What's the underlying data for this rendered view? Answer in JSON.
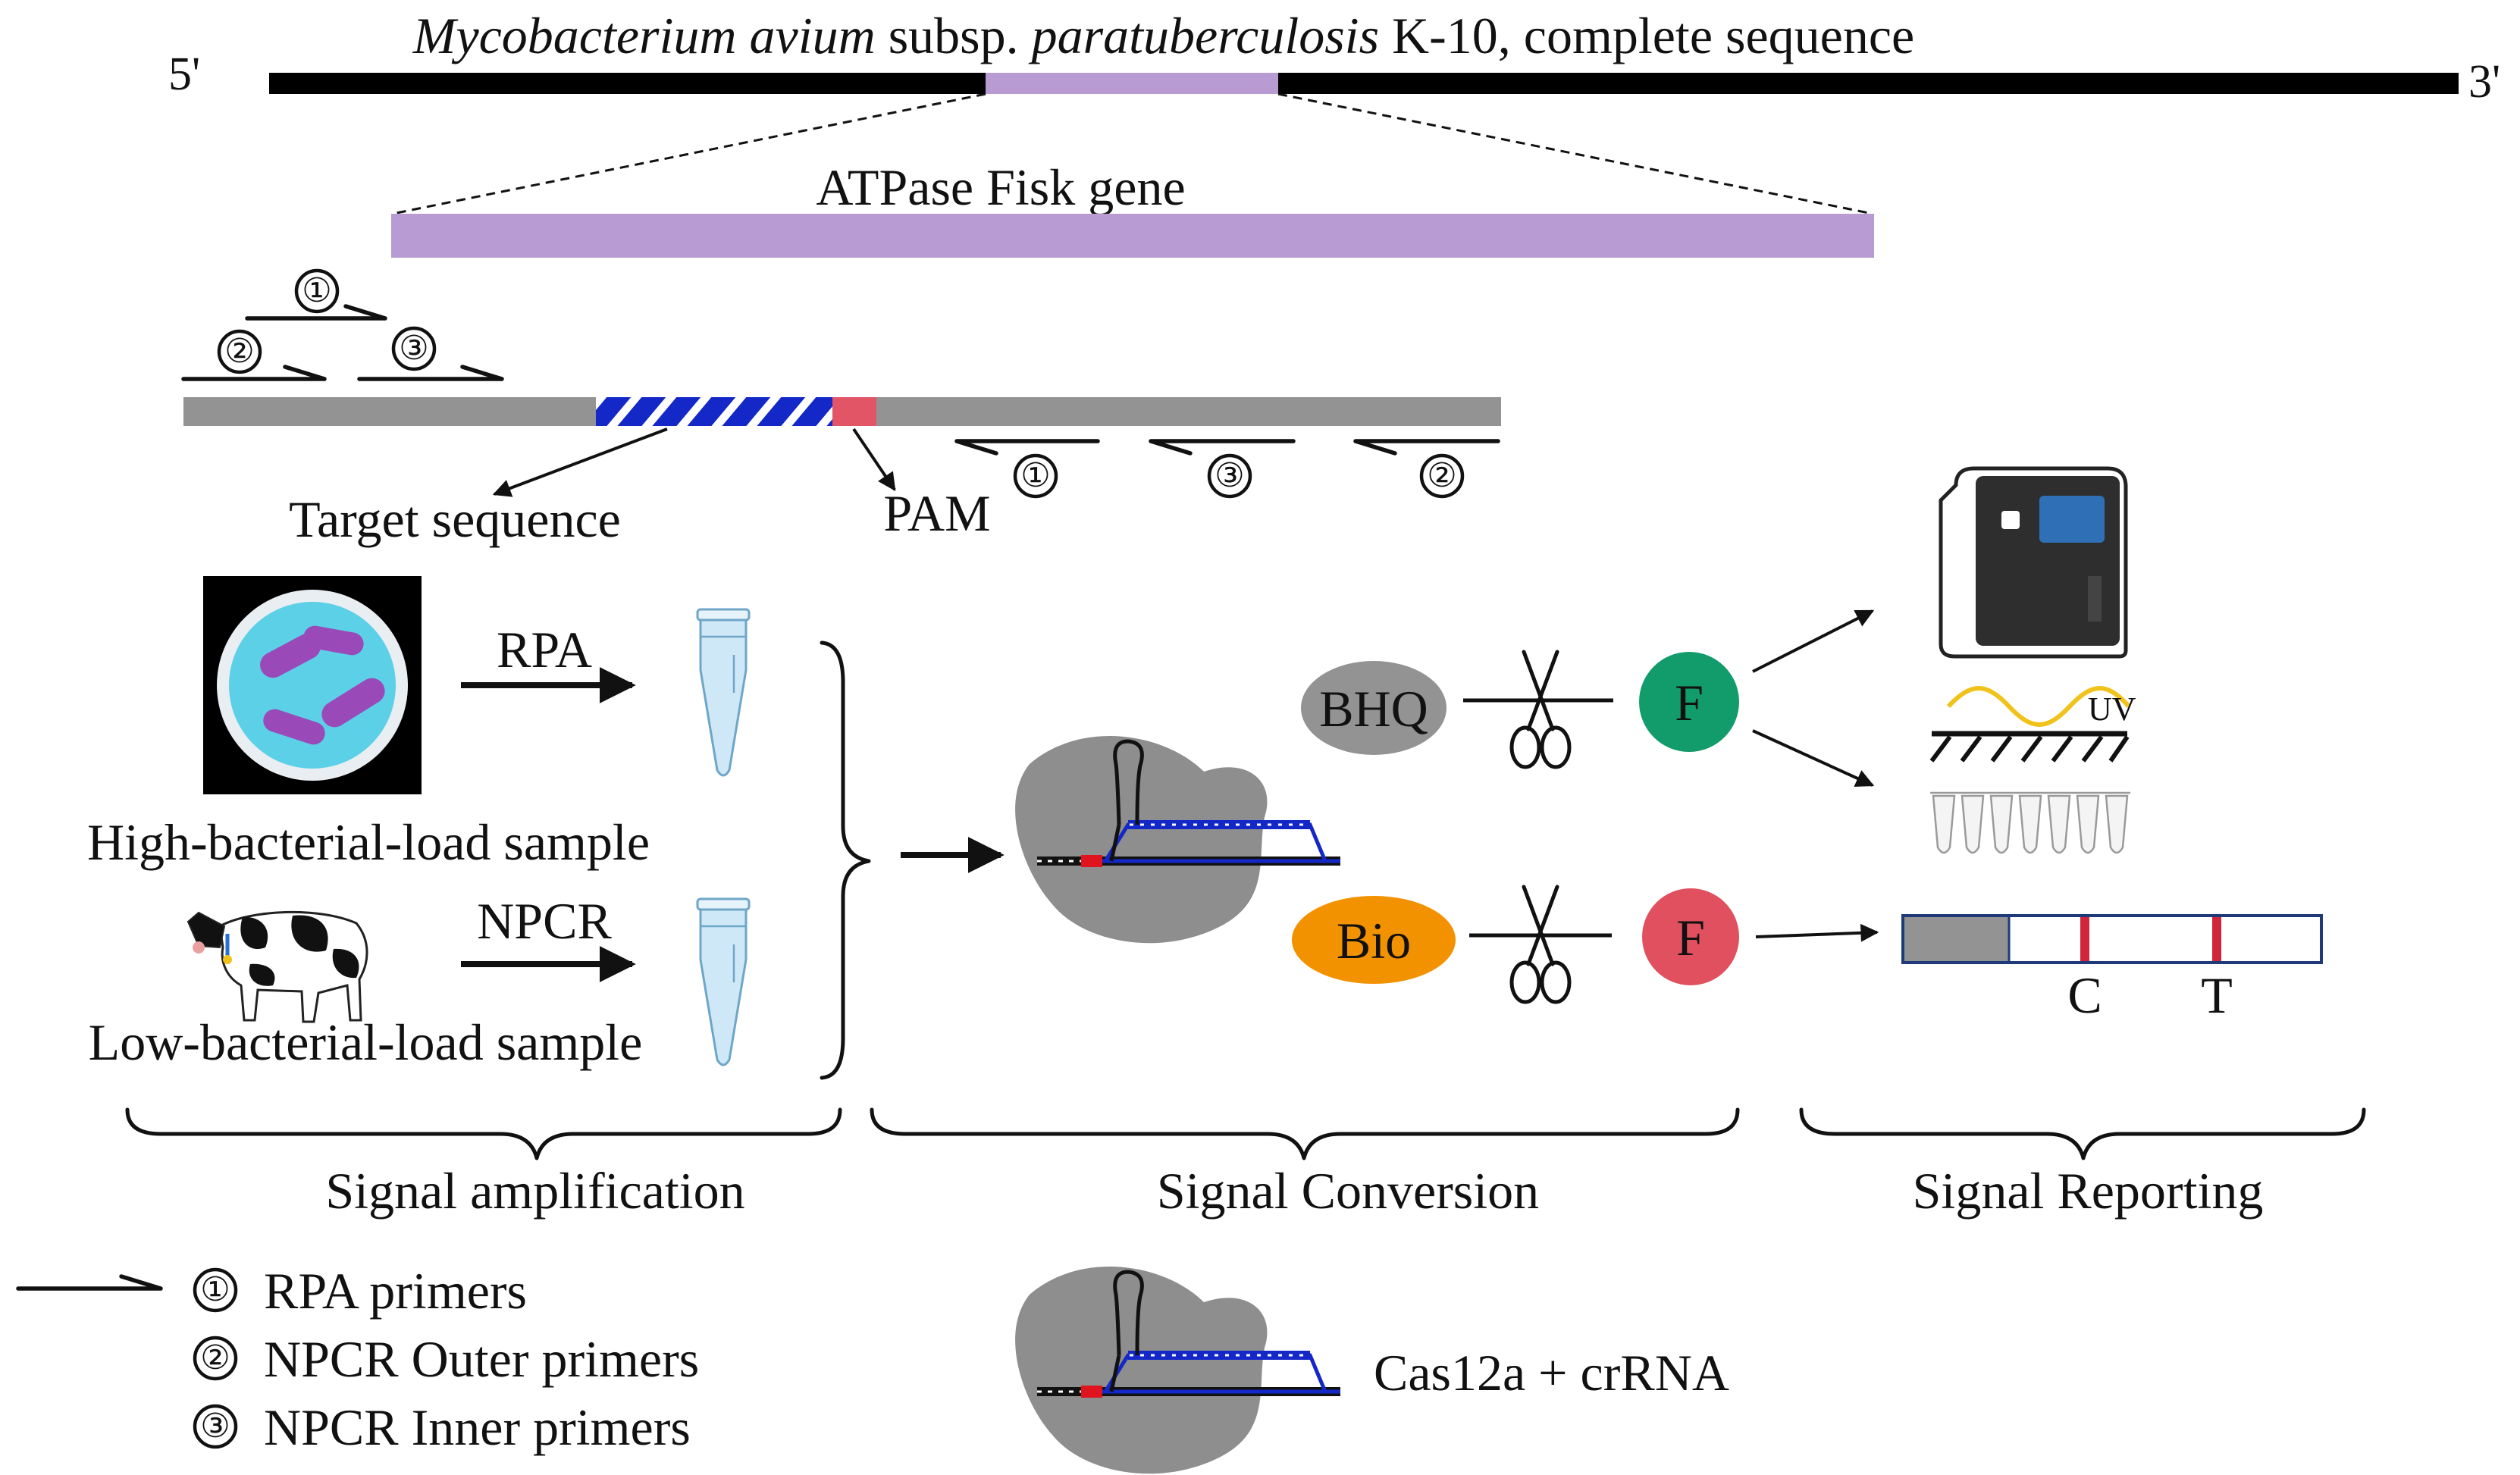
{
  "genome": {
    "five_prime": "5'",
    "three_prime": "3'",
    "title_organism": "Mycobacterium avium",
    "title_subsp": " subsp. ",
    "title_species": "paratuberculosis",
    "title_rest": " K-10, complete sequence"
  },
  "gene": {
    "label": "ATPase  Fisk gene"
  },
  "amplicon": {
    "target_label": "Target sequence",
    "pam_label": "PAM"
  },
  "primer_numbers": {
    "p1": "①",
    "p2": "②",
    "p3": "③"
  },
  "samples": {
    "high_label": "High-bacterial-load sample",
    "low_label": "Low-bacterial-load sample",
    "rpa_label": "RPA",
    "npcr_label": "NPCR"
  },
  "conversion": {
    "bhq_label": "BHQ",
    "bio_label": "Bio",
    "fluor_label": "F"
  },
  "reporting": {
    "uv_label": "UV",
    "c_label": "C",
    "t_label": "T"
  },
  "sections": {
    "amplification": "Signal amplification",
    "conversion": "Signal Conversion",
    "reporting": "Signal Reporting"
  },
  "legend": {
    "rpa": "RPA primers",
    "outer": "NPCR Outer primers",
    "inner": "NPCR Inner primers",
    "cas": "Cas12a + crRNA"
  },
  "colors": {
    "gene": "#b79bd2",
    "amplicon": "#939393",
    "target_blue": "#1428c8",
    "pam": "#e25566",
    "dish_cyan": "#5cd0e6",
    "bacteria": "#9a4ab8",
    "tube": "#cfe8f7",
    "tube_stroke": "#6fa6c8",
    "bhq_gray": "#939393",
    "bio_orange": "#f39200",
    "fam_green": "#129b6b",
    "fam_red": "#e0505f",
    "strip_line": "#d1263a",
    "uv_yellow": "#f0c21a"
  }
}
